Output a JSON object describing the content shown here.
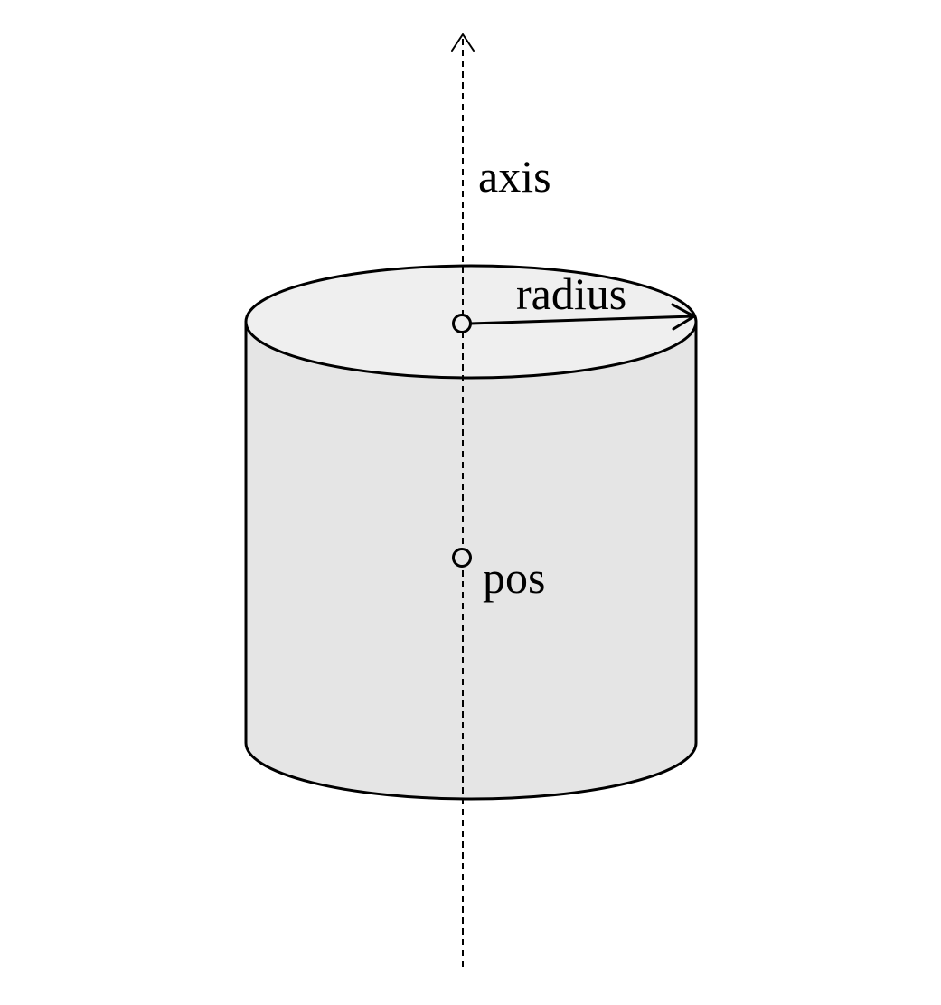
{
  "labels": {
    "axis": "axis",
    "radius": "radius",
    "pos": "pos"
  },
  "colors": {
    "stroke": "#000000",
    "body_fill": "#e5e5e5",
    "top_fill": "#efefef",
    "background": "#ffffff"
  }
}
